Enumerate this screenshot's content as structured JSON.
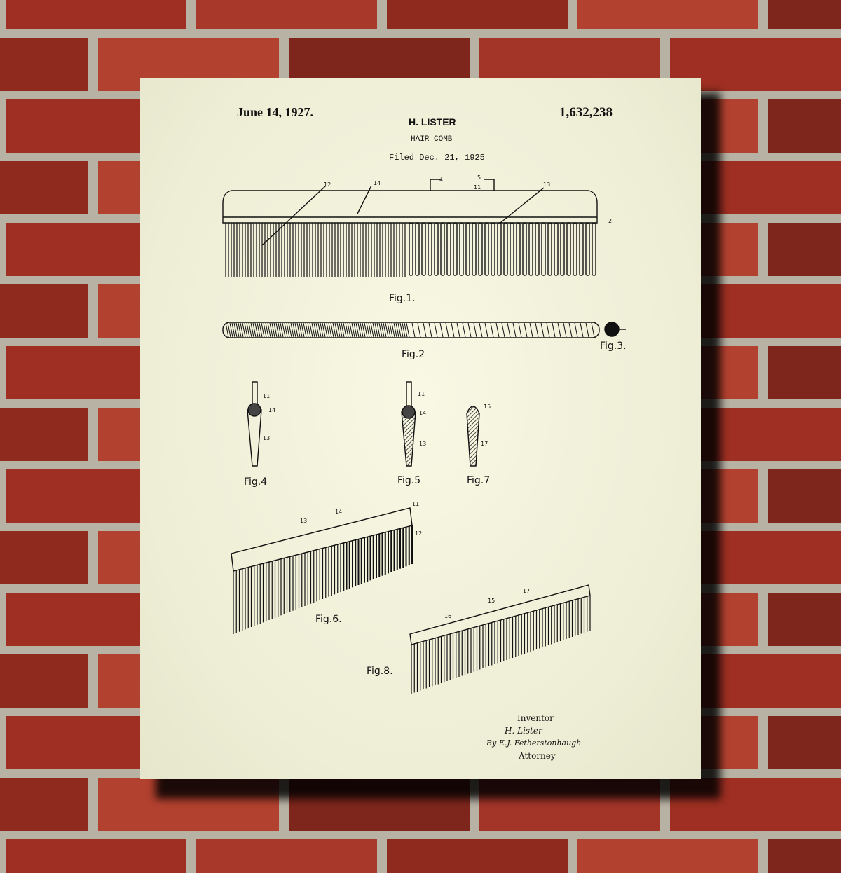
{
  "colors": {
    "brick": "#9e2f22",
    "mortar": "#b8b2a4",
    "paper": "#f4f4de",
    "ink": "#111111"
  },
  "patent": {
    "date": "June 14, 1927.",
    "number": "1,632,238",
    "inventor": "H. LISTER",
    "title": "HAIR COMB",
    "filed": "Filed Dec. 21, 1925"
  },
  "figures": {
    "fig1": "Fig.1.",
    "fig2": "Fig.2",
    "fig3": "Fig.3.",
    "fig4": "Fig.4",
    "fig5": "Fig.5",
    "fig7": "Fig.7",
    "fig6": "Fig.6.",
    "fig8": "Fig.8."
  },
  "refs": {
    "r11": "11",
    "r12": "12",
    "r13": "13",
    "r14": "14",
    "r15": "15",
    "r16": "16",
    "r17": "17",
    "r2": "2",
    "r4": "4",
    "r5": "5"
  },
  "signature": {
    "inventor_label": "Inventor",
    "inventor_name": "H. Lister",
    "by_line": "By E.J. Fetherstonhaugh",
    "attorney_label": "Attorney"
  }
}
